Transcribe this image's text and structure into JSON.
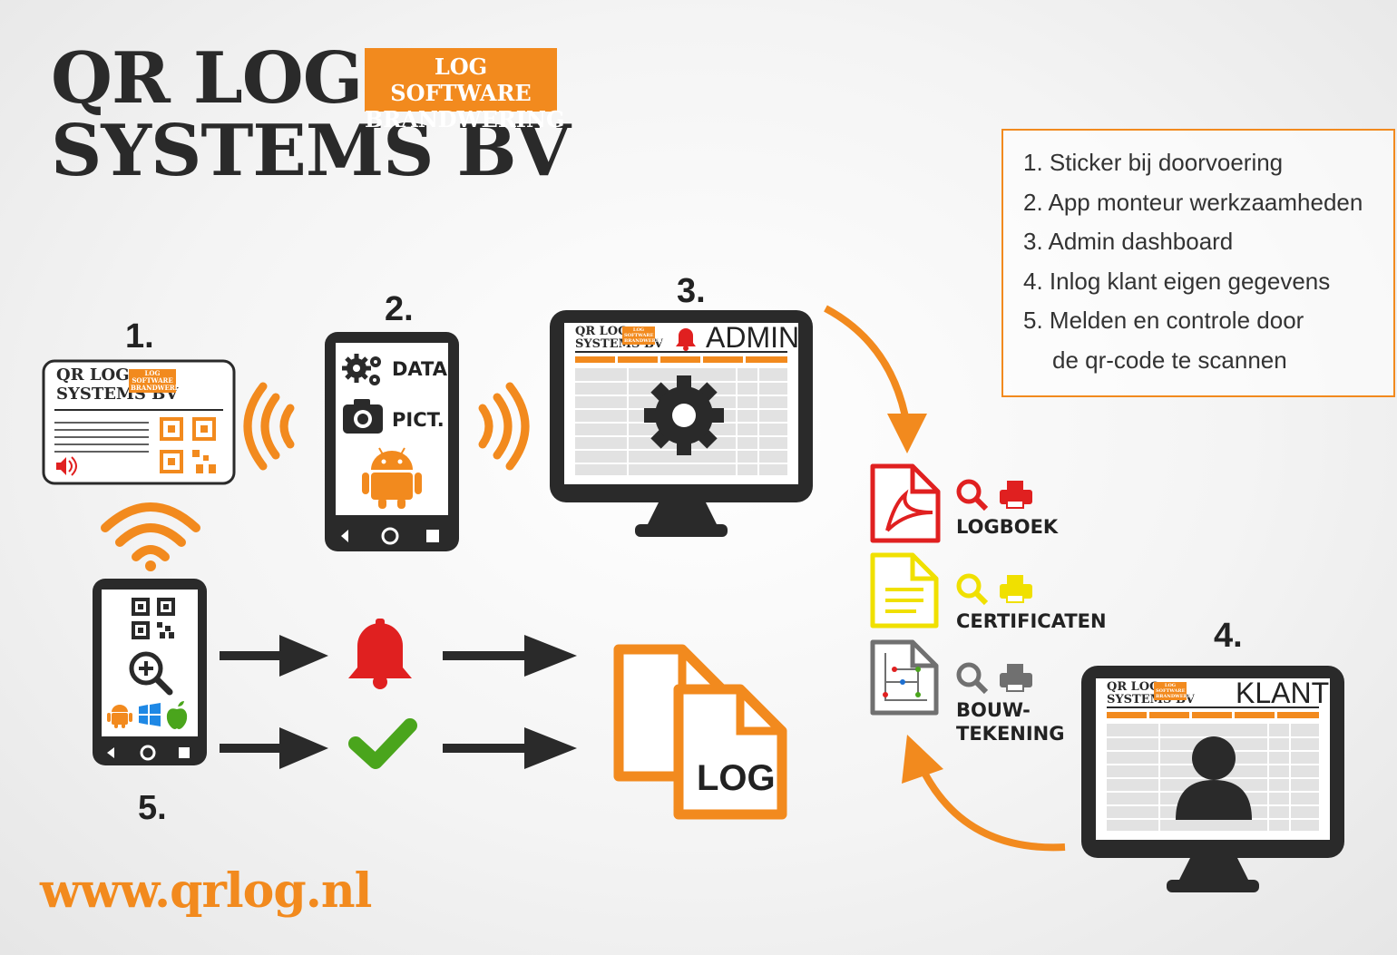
{
  "brand": {
    "line1": "QR LOG",
    "line2": "SYSTEMS BV",
    "badge_line1": "LOG SOFTWARE",
    "badge_line2": "BRANDWERING"
  },
  "steps": {
    "s1": "1.",
    "s2": "2.",
    "s3": "3.",
    "s4": "4.",
    "s5": "5."
  },
  "sticker": {
    "brand_line1": "QR LOG",
    "brand_line2": "SYSTEMS BV",
    "badge_line1": "LOG SOFTWARE",
    "badge_line2": "BRANDWERING"
  },
  "phone2": {
    "data_label": "DATA",
    "pict_label": "PICT."
  },
  "admin": {
    "brand_line1": "QR LOG",
    "brand_line2": "SYSTEMS BV",
    "badge_line1": "LOG SOFTWARE",
    "badge_line2": "BRANDWERING",
    "title": "ADMIN"
  },
  "klant": {
    "brand_line1": "QR LOG",
    "brand_line2": "SYSTEMS BV",
    "badge_line1": "LOG SOFTWARE",
    "badge_line2": "BRANDWERING",
    "title": "KLANT"
  },
  "documents": {
    "logboek": "LOGBOEK",
    "certificaten": "CERTIFICATEN",
    "bouw_line1": "BOUW-",
    "bouw_line2": "TEKENING"
  },
  "log_icon_text": "LOG",
  "legend": [
    "1. Sticker bij doorvoering",
    "2. App monteur werkzaamheden",
    "3. Admin dashboard",
    "4. Inlog klant eigen gegevens",
    "5. Melden en controle door",
    "de qr-code te scannen"
  ],
  "website": "www.qrlog.nl",
  "colors": {
    "orange": "#f28a1e",
    "dark": "#2a2a2a",
    "red": "#e02020",
    "yellow": "#f0e000",
    "green": "#4aa51c",
    "gray": "#707070"
  }
}
